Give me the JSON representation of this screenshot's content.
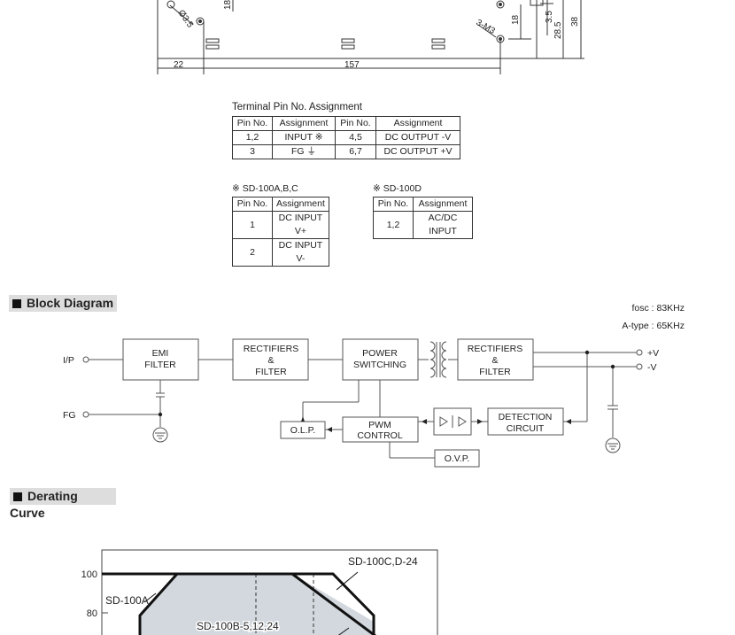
{
  "drawing": {
    "dims": {
      "hole_label": "Ø3.5",
      "mount_label": "3-M3",
      "d18a": "18",
      "d18b": "18",
      "d3_5": "3.5",
      "d28_5": "28.5",
      "d38": "38",
      "d22": "22",
      "d157": "157"
    }
  },
  "terminal": {
    "title": "Terminal Pin No.  Assignment",
    "headers": [
      "Pin No.",
      "Assignment",
      "Pin No.",
      "Assignment"
    ],
    "rows": [
      [
        "1,2",
        "INPUT ※",
        "4,5",
        "DC OUTPUT -V"
      ],
      [
        "3",
        "FG ⏚",
        "6,7",
        "DC OUTPUT +V"
      ]
    ]
  },
  "note_abc": {
    "title": "※ SD-100A,B,C",
    "headers": [
      "Pin No.",
      "Assignment"
    ],
    "rows": [
      [
        "1",
        "DC INPUT V+"
      ],
      [
        "2",
        "DC INPUT V-"
      ]
    ]
  },
  "note_d": {
    "title": "※ SD-100D",
    "headers": [
      "Pin No.",
      "Assignment"
    ],
    "rows": [
      [
        "1,2",
        "AC/DC INPUT"
      ]
    ]
  },
  "block_diagram": {
    "section_title": "Block Diagram",
    "fosc": "fosc : 83KHz",
    "atype": "A-type : 65KHz",
    "ip": "I/P",
    "fg": "FG",
    "emi_1": "EMI",
    "emi_2": "FILTER",
    "rect1_1": "RECTIFIERS",
    "rect1_2": "&",
    "rect1_3": "FILTER",
    "power_1": "POWER",
    "power_2": "SWITCHING",
    "rect2_1": "RECTIFIERS",
    "rect2_2": "&",
    "rect2_3": "FILTER",
    "olp": "O.L.P.",
    "pwm_1": "PWM",
    "pwm_2": "CONTROL",
    "det_1": "DETECTION",
    "det_2": "CIRCUIT",
    "ovp": "O.V.P.",
    "vplus": "+V",
    "vminus": "-V"
  },
  "derating": {
    "section_title": "Derating Curve",
    "y100": "100",
    "y80": "80",
    "label_cd": "SD-100C,D-24",
    "label_a": "SD-100A",
    "label_b": "SD-100B-5,12,24"
  }
}
